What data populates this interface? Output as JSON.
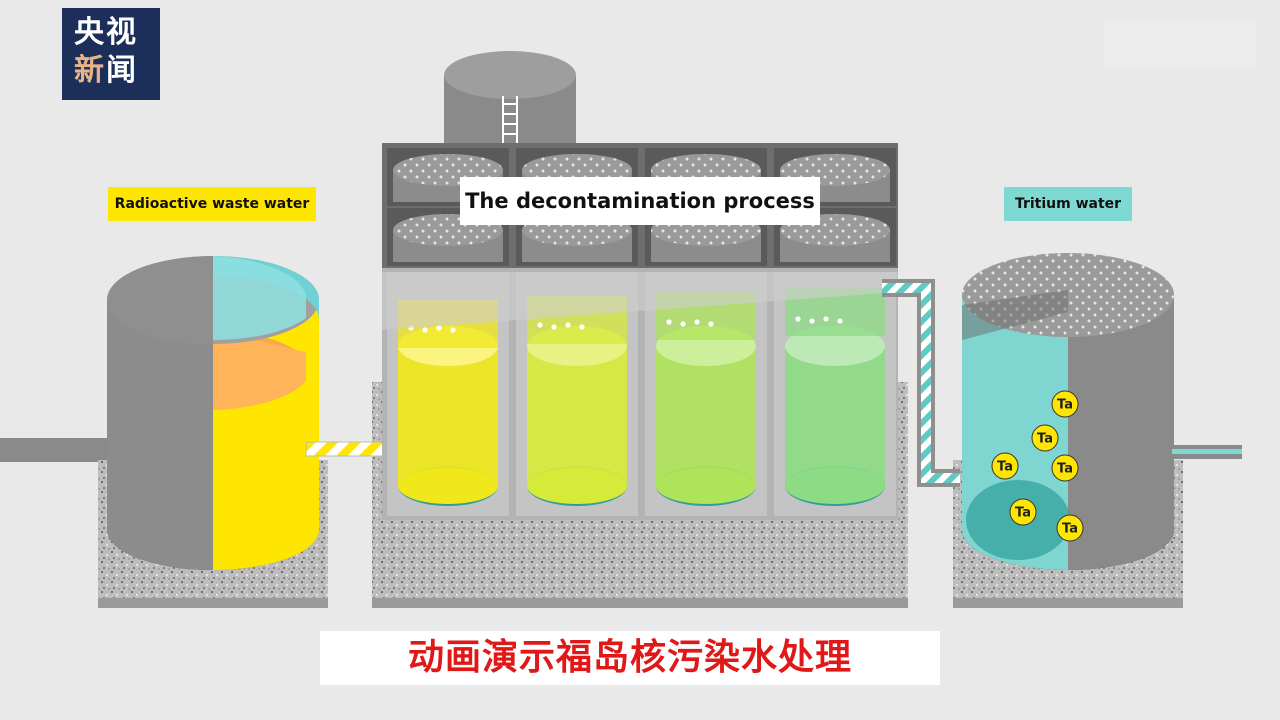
{
  "logo": {
    "line1": "央视",
    "line2a": "新",
    "line2b": "闻"
  },
  "labels": {
    "waste_water": "Radioactive waste water",
    "process_title": "The decontamination process",
    "tritium_water": "Tritium water"
  },
  "particle_label": "Ta",
  "subtitle": "动画演示福岛核污染水处理",
  "colors": {
    "waste_yellow": "#ffe600",
    "tritium_cyan": "#7dd9d2",
    "logo_navy": "#1c2f5a",
    "subtitle_red": "#e01818"
  }
}
